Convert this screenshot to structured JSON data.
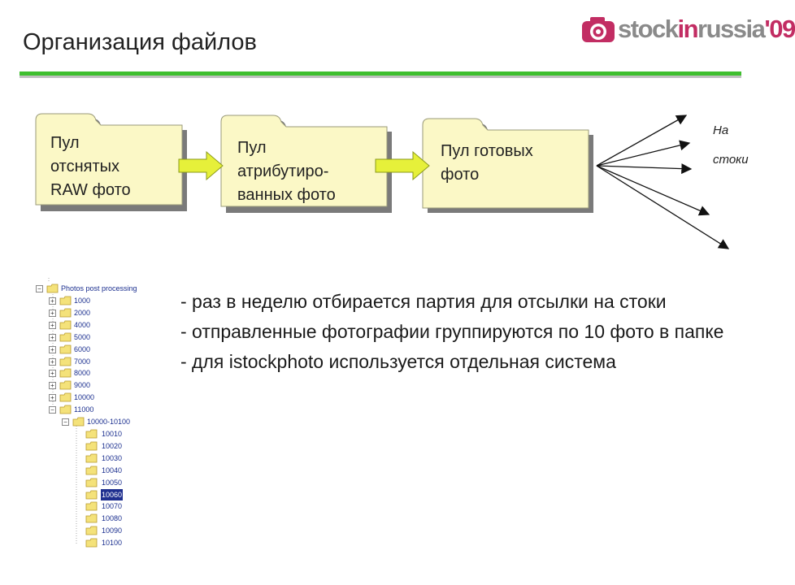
{
  "slide": {
    "title": "Организация файлов"
  },
  "logo": {
    "part1": "stock",
    "part2": "in",
    "part3": "russia",
    "year": "'09"
  },
  "workflow": {
    "folders": [
      {
        "lines": [
          "Пул",
          "отснятых",
          "RAW фото"
        ]
      },
      {
        "lines": [
          "Пул",
          "атрибутиро-",
          "ванных фото"
        ]
      },
      {
        "lines": [
          "Пул готовых",
          "фото"
        ]
      }
    ],
    "destination": [
      "На",
      "стоки"
    ]
  },
  "folder_tree": {
    "root": "Photos post processing",
    "items": [
      {
        "label": "1000",
        "toggle": "+",
        "selected": false
      },
      {
        "label": "2000",
        "toggle": "+",
        "selected": false
      },
      {
        "label": "4000",
        "toggle": "+",
        "selected": false
      },
      {
        "label": "5000",
        "toggle": "+",
        "selected": false
      },
      {
        "label": "6000",
        "toggle": "+",
        "selected": false
      },
      {
        "label": "7000",
        "toggle": "+",
        "selected": false
      },
      {
        "label": "8000",
        "toggle": "+",
        "selected": false
      },
      {
        "label": "9000",
        "toggle": "+",
        "selected": false
      },
      {
        "label": "10000",
        "toggle": "+",
        "selected": false
      },
      {
        "label": "11000",
        "toggle": "−",
        "selected": false
      }
    ],
    "subfolder": "10000-10100",
    "leaves": [
      {
        "label": "10010",
        "selected": false
      },
      {
        "label": "10020",
        "selected": false
      },
      {
        "label": "10030",
        "selected": false
      },
      {
        "label": "10040",
        "selected": false
      },
      {
        "label": "10050",
        "selected": false
      },
      {
        "label": "10060",
        "selected": true
      },
      {
        "label": "10070",
        "selected": false
      },
      {
        "label": "10080",
        "selected": false
      },
      {
        "label": "10090",
        "selected": false
      },
      {
        "label": "10100",
        "selected": false
      }
    ]
  },
  "bullets": [
    "- раз в неделю отбирается партия для отсылки на стоки",
    "- отправленные фотографии группируются по 10 фото в папке",
    "- для istockphoto используется отдельная система"
  ],
  "colors": {
    "accent_green": "#3fbf2f",
    "folder_fill": "#fbf8c6",
    "arrow_yellow": "#e6f03a",
    "logo_magenta": "#c22d63",
    "tree_selected": "#1f2f8f"
  }
}
